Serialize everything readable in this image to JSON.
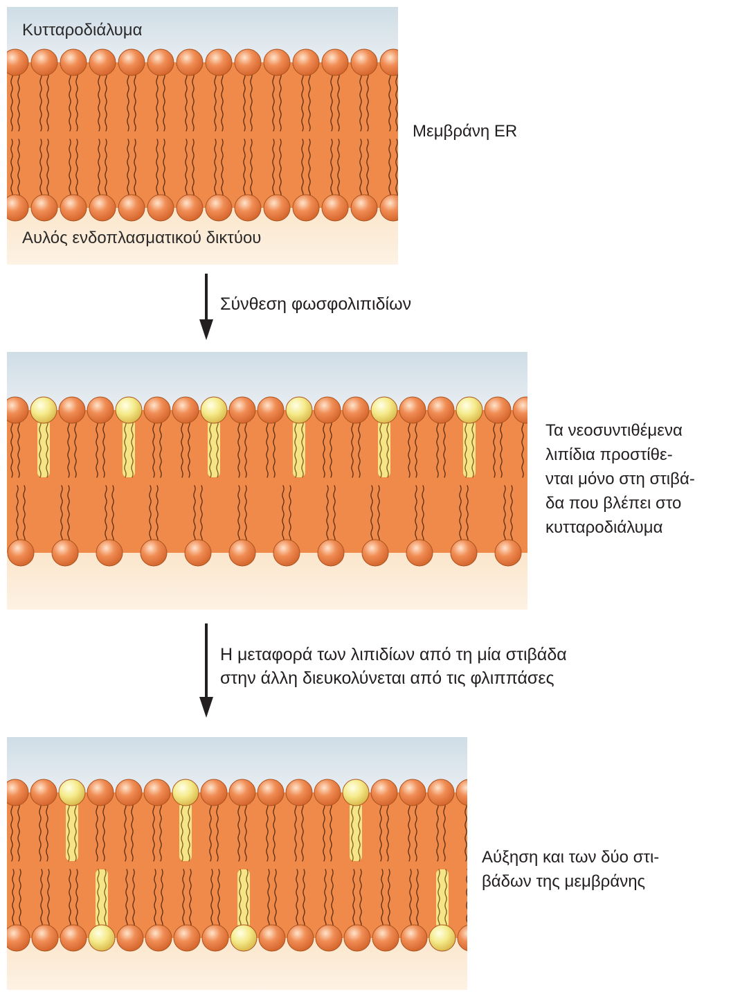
{
  "colors": {
    "cytosol_top": "#cfdde6",
    "cytosol_bottom": "#e9eef2",
    "lumen_top": "#fbe6cc",
    "lumen_bottom": "#fdf2e4",
    "membrane": "#f08a4a",
    "lipid_old": "#f08d55",
    "lipid_new": "#f5ea8a"
  },
  "panel1": {
    "cytosol_label": "Κυτταροδιάλυμα",
    "lumen_label": "Αυλός ενδοπλασματικού δικτύου",
    "side_label": "Μεμβράνη ER",
    "outer_new": [],
    "inner_new": []
  },
  "step1": {
    "label": "Σύνθεση φωσφολιπιδίων"
  },
  "panel2": {
    "side_label_lines": [
      "Τα νεοσυντιθέμενα",
      "λιπίδια προστίθε-",
      "νται μόνο στη στιβά-",
      "δα που βλέπει στο",
      "κυτταροδιάλυμα"
    ],
    "outer_new": [
      1,
      4,
      7,
      10,
      13,
      16
    ],
    "inner_new": []
  },
  "step2": {
    "label_lines": [
      "Η μεταφορά των λιπιδίων από τη μία στιβάδα",
      "στην άλλη διευκολύνεται από τις φλιππάσες"
    ]
  },
  "panel3": {
    "side_label_lines": [
      "Αύξηση και των δύο στι-",
      "βάδων της μεμβράνης"
    ],
    "outer_new": [
      2,
      6,
      12
    ],
    "inner_new": [
      3,
      8,
      15
    ]
  }
}
